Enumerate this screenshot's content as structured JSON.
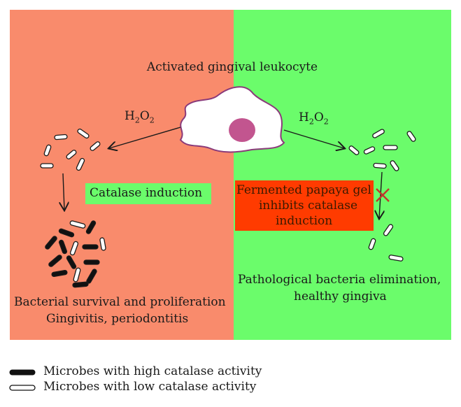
{
  "title": "Activated gingival leukocyte",
  "left": {
    "arrow_label": "H",
    "arrow_label_sub": "2",
    "arrow_label_mid": "O",
    "arrow_label_sub2": "2",
    "box_label": "Catalase induction",
    "outcome_line1": "Bacterial survival and proliferation",
    "outcome_line2": "Gingivitis, periodontitis"
  },
  "right": {
    "arrow_label": "H",
    "arrow_label_sub": "2",
    "arrow_label_mid": "O",
    "arrow_label_sub2": "2",
    "box_line1": "Fermented papaya gel",
    "box_line2": "inhibits catalase",
    "box_line3": "induction",
    "outcome_line1": "Pathological bacteria elimination,",
    "outcome_line2": "healthy gingiva"
  },
  "legend": {
    "high": "Microbes with high catalase activity",
    "low": "Microbes with low catalase activity"
  },
  "colors": {
    "left_panel": "#f98b6c",
    "right_panel": "#6bfc6b",
    "red_box": "#ff3b00",
    "cell_body": "#ffffff",
    "cell_outline": "#8a3a7a",
    "nucleus": "#c2558f",
    "inhibition_x": "#c0392b"
  }
}
